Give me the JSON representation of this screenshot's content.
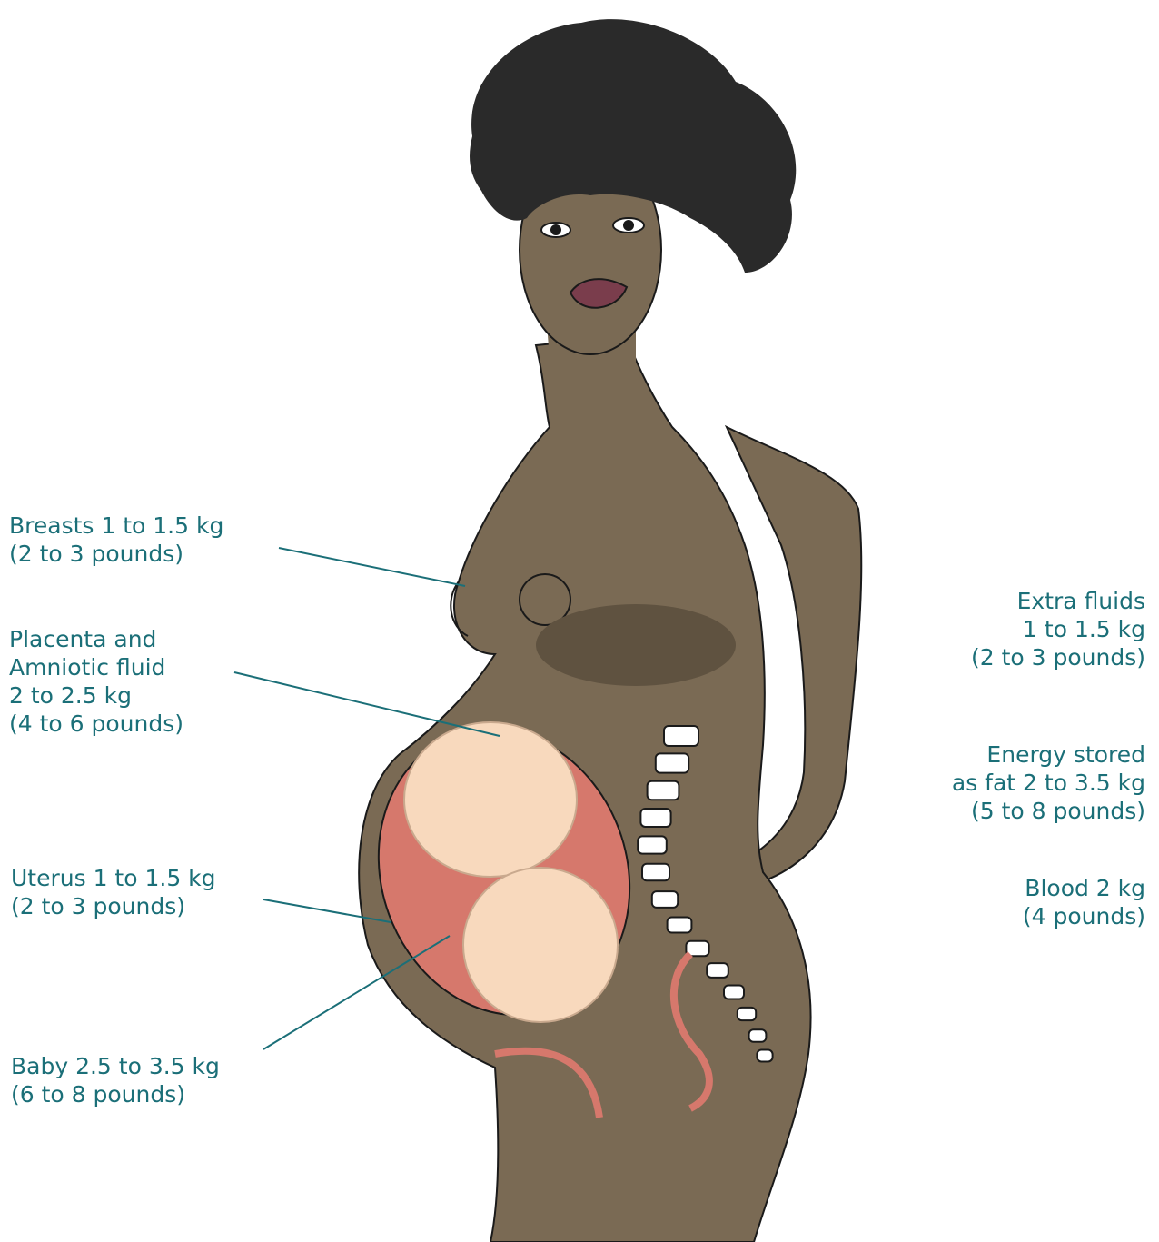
{
  "colors": {
    "skin": "#7a6a54",
    "skin_shadow": "#5f5240",
    "hair": "#2a2a2a",
    "lips": "#7a3d4c",
    "uterus": "#d6786c",
    "baby": "#f8d9bd",
    "label": "#1b6f78",
    "pointer": "#1b6f78"
  },
  "labels": {
    "breasts": {
      "line1": "Breasts 1 to 1.5 kg",
      "line2": "(2 to 3 pounds)"
    },
    "placenta": {
      "line1": "Placenta and",
      "line2": "Amniotic fluid",
      "line3": "2 to 2.5 kg",
      "line4": "(4 to 6 pounds)"
    },
    "uterus": {
      "line1": "Uterus 1 to 1.5 kg",
      "line2": "(2 to 3 pounds)"
    },
    "baby": {
      "line1": "Baby 2.5 to 3.5 kg",
      "line2": "(6 to 8 pounds)"
    },
    "fluids": {
      "line1": "Extra fluids",
      "line2": "1 to 1.5 kg",
      "line3": "(2 to 3 pounds)"
    },
    "fat": {
      "line1": "Energy stored",
      "line2": "as fat 2 to 3.5 kg",
      "line3": "(5 to 8 pounds)"
    },
    "blood": {
      "line1": "Blood 2 kg",
      "line2": "(4 pounds)"
    }
  }
}
